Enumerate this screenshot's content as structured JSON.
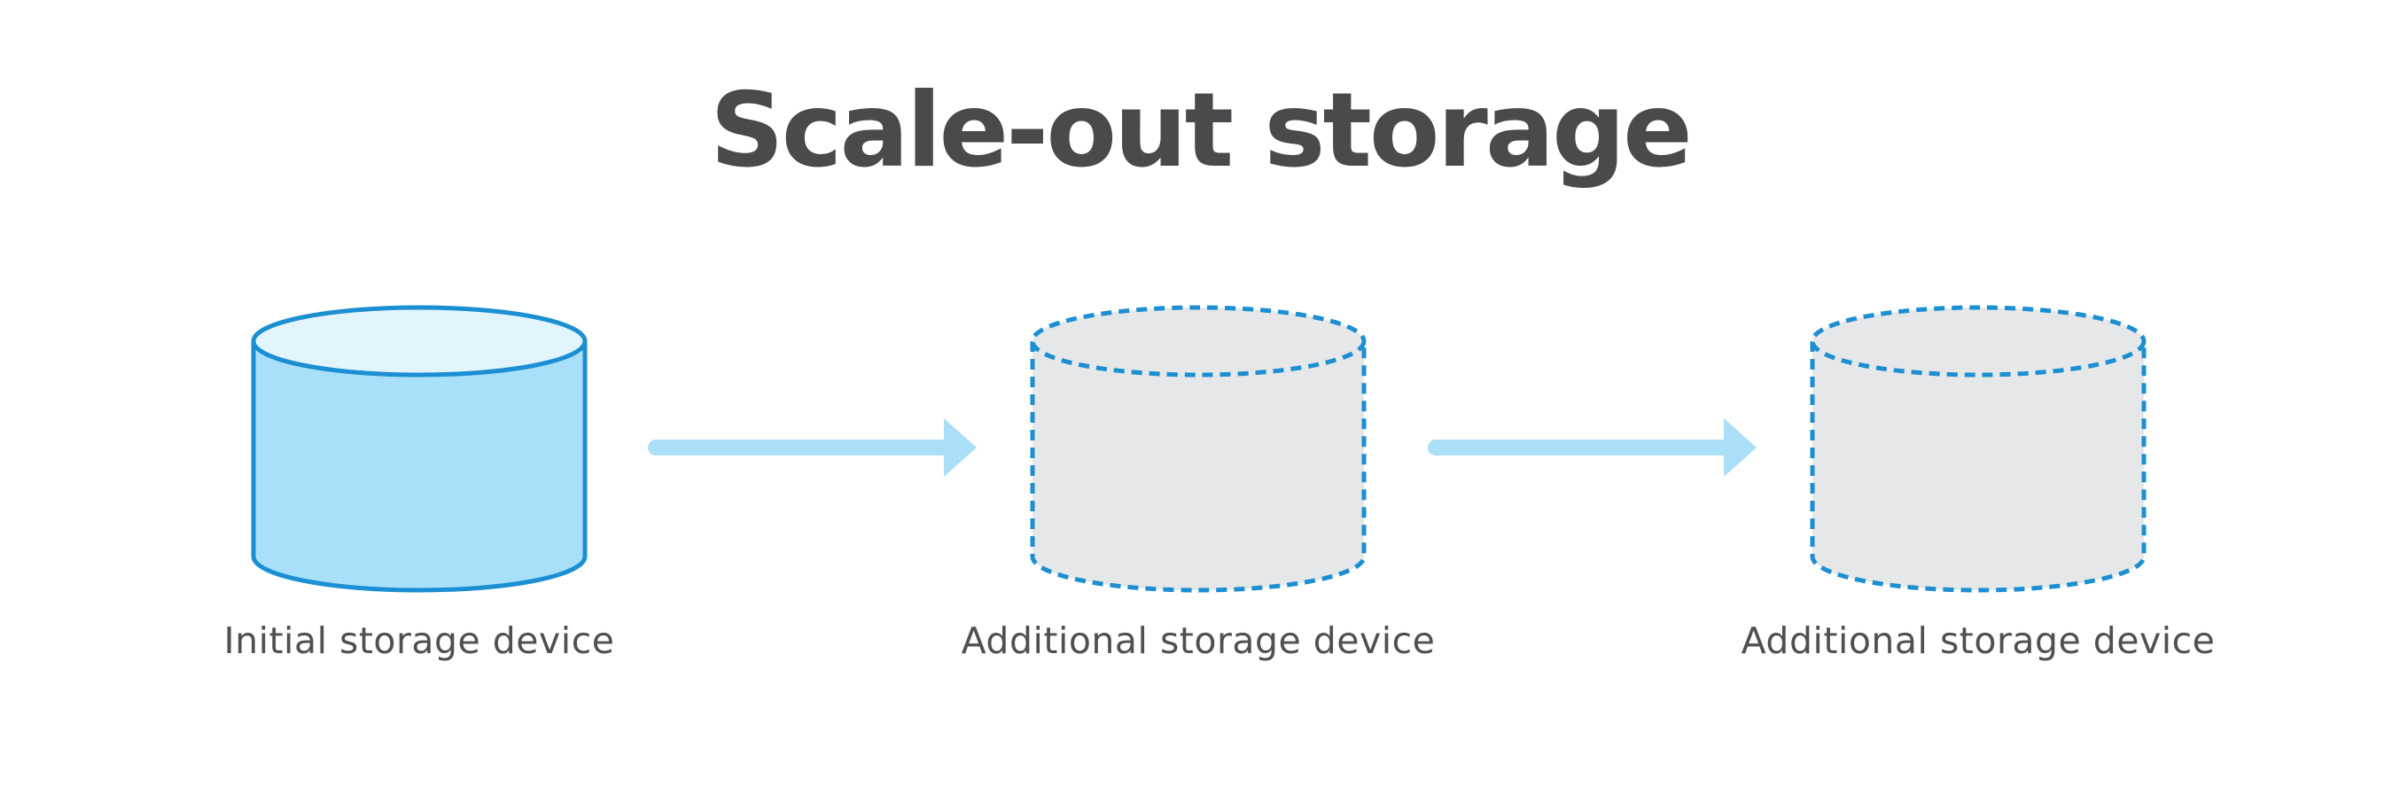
{
  "title": "Scale-out storage",
  "devices": [
    {
      "label": "Initial storage device",
      "style": "solid"
    },
    {
      "label": "Additional storage device",
      "style": "dashed"
    },
    {
      "label": "Additional storage device",
      "style": "dashed"
    }
  ],
  "colors": {
    "title": "#4a4a4c",
    "outline": "#1b8fd2",
    "solid_body": "#a8e0fa",
    "solid_top": "#e2f5fd",
    "dashed_fill": "#e6e7e8",
    "arrow": "#abdff8",
    "label": "#505052"
  }
}
